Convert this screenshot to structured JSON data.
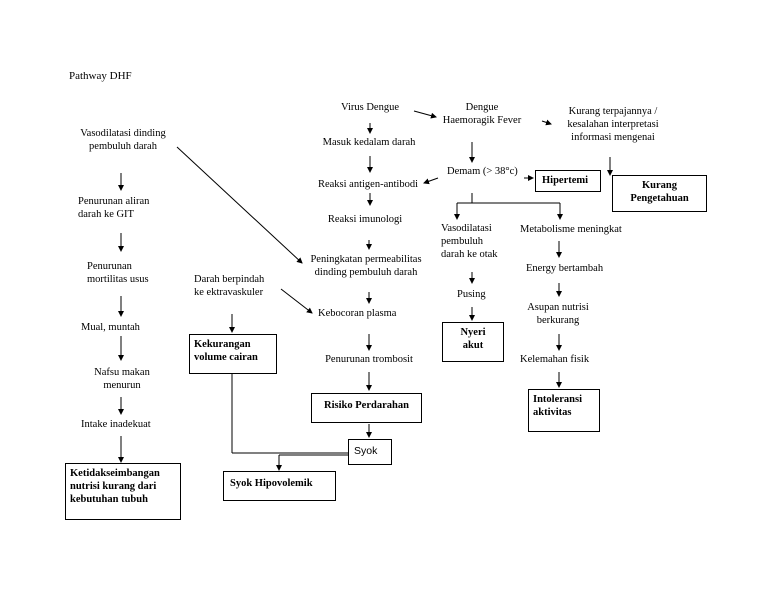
{
  "title": "Pathway DHF",
  "nodes": {
    "virus_dengue": "Virus Dengue",
    "dengue_hf": "Dengue\nHaemoragik Fever",
    "kurang_terpajan": "Kurang terpajannya /\nkesalahan interpretasi\ninformasi mengenai",
    "kurang_pengetahuan": "Kurang\nPengetahuan",
    "masuk_darah": "Masuk kedalam darah",
    "demam": "Demam (> 38°c)",
    "hipertemi": "Hipertemi",
    "reaksi_ag_ab": "Reaksi antigen-antibodi",
    "reaksi_imunologi": "Reaksi imunologi",
    "vasodilatasi_otak": "Vasodilatasi\npembuluh\ndarah ke otak",
    "metabolisme": "Metabolisme meningkat",
    "peningkatan_perm": "Peningkatan permeabilitas\ndinding pembuluh darah",
    "energy": "Energy bertambah",
    "pusing": "Pusing",
    "asupan": "Asupan nutrisi\nberkurang",
    "nyeri_akut": "Nyeri\nakut",
    "kelemahan": "Kelemahan fisik",
    "intoleransi": "Intoleransi\naktivitas",
    "kebocoran": "Kebocoran plasma",
    "penurunan_trombosit": "Penurunan trombosit",
    "risiko_perdarahan": "Risiko Perdarahan",
    "syok": "Syok",
    "syok_hipovolemik": "Syok Hipovolemik",
    "darah_berpindah": "Darah berpindah\nke ektravaskuler",
    "kekurangan_cairan": "Kekurangan\nvolume cairan",
    "vasodilatasi_dinding": "Vasodilatasi dinding\npembuluh darah",
    "penurunan_aliran": "Penurunan aliran\ndarah ke GIT",
    "penurunan_motilitas": "Penurunan\nmortilitas usus",
    "mual": "Mual, muntah",
    "nafsu": "Nafsu makan\nmenurun",
    "intake": "Intake inadekuat",
    "ketidakseimbangan": "Ketidakseimbangan\nnutrisi kurang dari\nkebutuhan tubuh"
  }
}
